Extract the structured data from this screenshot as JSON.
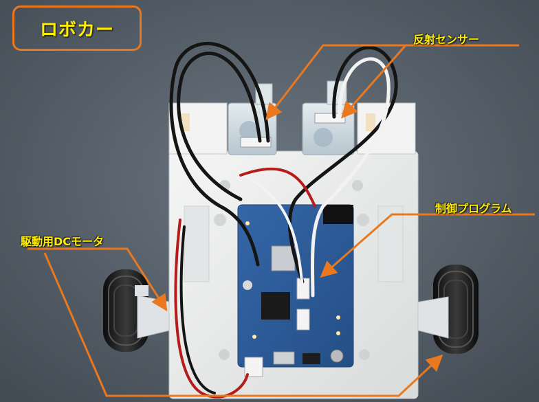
{
  "title": "ロボカー",
  "labels": {
    "reflect_sensor": "反射センサー",
    "control_program": "制御プログラム",
    "dc_motor": "駆動用DCモータ"
  },
  "colors": {
    "background": "#55606a",
    "annotation_orange": "#e9781f",
    "label_yellow": "#ffee00",
    "chassis_white": "#eceeed",
    "pcb_blue": "#2b5b97",
    "wheel_black": "#1a1a1a",
    "wire_black": "#151515",
    "wire_red": "#b51d1d"
  }
}
